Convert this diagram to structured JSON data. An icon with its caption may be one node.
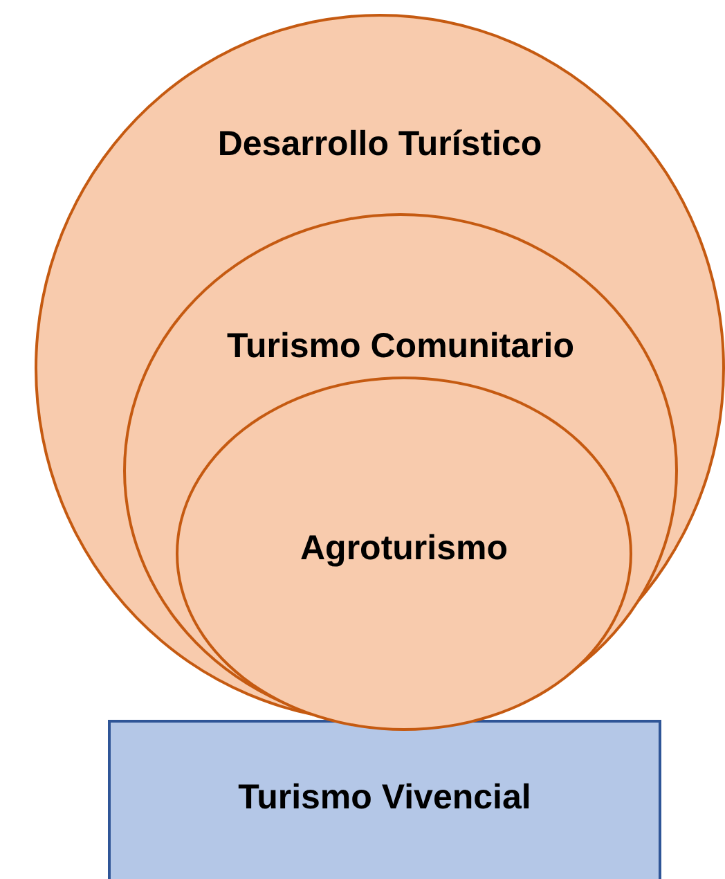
{
  "diagram": {
    "nodes": [
      {
        "text": [
          "Desarrollo Turístico"
        ]
      },
      {
        "text": [
          "Turismo Comunitario"
        ],
        "in": 0
      },
      {
        "text": [
          "Agroturismo"
        ],
        "in": 1
      },
      {
        "text": [
          "Turismo Vivencial"
        ]
      }
    ]
  }
}
